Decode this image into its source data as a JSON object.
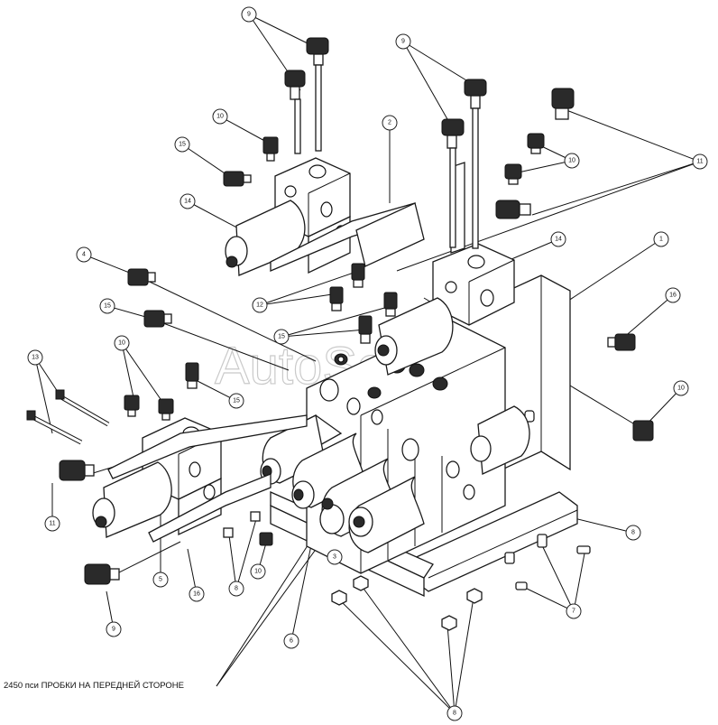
{
  "watermark": "AutoSoft",
  "note": "2450 пси ПРОБКИ НА ПЕРЕДНЕЙ СТОРОНЕ",
  "callouts": [
    {
      "n": "9"
    },
    {
      "n": "10"
    },
    {
      "n": "15"
    },
    {
      "n": "14"
    },
    {
      "n": "2"
    },
    {
      "n": "9"
    },
    {
      "n": "11"
    },
    {
      "n": "10"
    },
    {
      "n": "14"
    },
    {
      "n": "1"
    },
    {
      "n": "4"
    },
    {
      "n": "12"
    },
    {
      "n": "15"
    },
    {
      "n": "15"
    },
    {
      "n": "16"
    },
    {
      "n": "10"
    },
    {
      "n": "13"
    },
    {
      "n": "10"
    },
    {
      "n": "15"
    },
    {
      "n": "11"
    },
    {
      "n": "5"
    },
    {
      "n": "16"
    },
    {
      "n": "8"
    },
    {
      "n": "10"
    },
    {
      "n": "9"
    },
    {
      "n": "3"
    },
    {
      "n": "6"
    },
    {
      "n": "8"
    },
    {
      "n": "7"
    },
    {
      "n": "8"
    }
  ]
}
